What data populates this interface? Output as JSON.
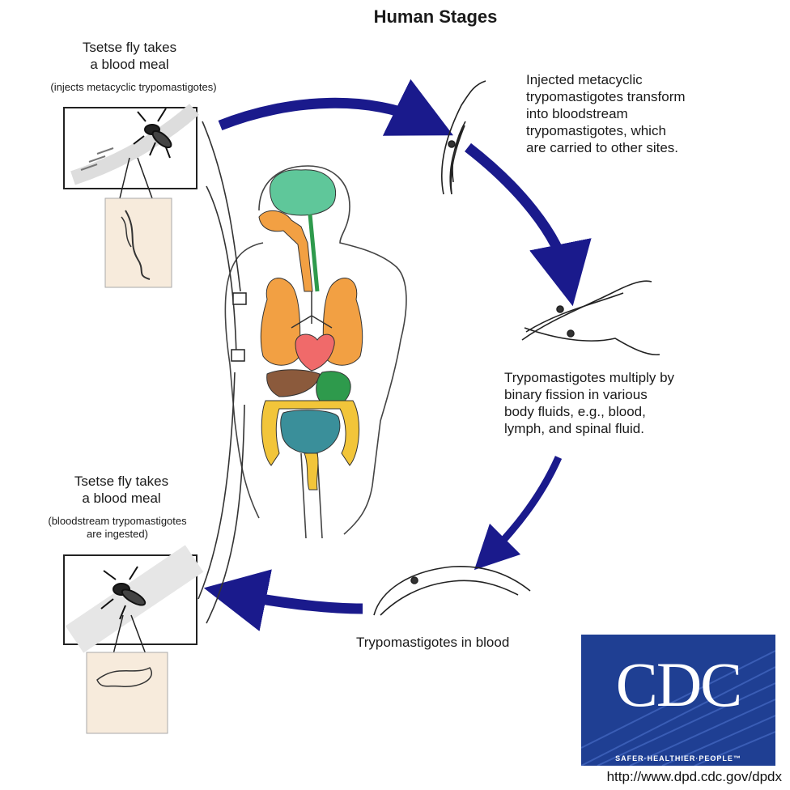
{
  "title": "Human Stages",
  "labels": {
    "fly_top_line1": "Tsetse fly takes",
    "fly_top_line2": "a blood meal",
    "fly_top_note": "(injects metacyclic trypomastigotes)",
    "stage1_lines": [
      "Injected metacyclic",
      "trypomastigotes transform",
      "into bloodstream",
      "trypomastigotes, which",
      "are carried to other sites."
    ],
    "stage2_lines": [
      "Trypomastigotes multiply by",
      "binary fission in various",
      "body fluids, e.g., blood,",
      "lymph, and spinal fluid."
    ],
    "stage3": "Trypomastigotes in blood",
    "fly_bottom_line1": "Tsetse fly takes",
    "fly_bottom_line2": "a blood meal",
    "fly_bottom_note1": "(bloodstream trypomastigotes",
    "fly_bottom_note2": "are ingested)"
  },
  "logo": {
    "letters": "CDC",
    "tagline": "SAFER·HEALTHIER·PEOPLE™"
  },
  "url": "http://www.dpd.cdc.gov/dpdx",
  "colors": {
    "arrow": "#1a1a8c",
    "brain": "#5fc79a",
    "lungs": "#f2a043",
    "heart": "#f06a6a",
    "liver": "#8b5a3c",
    "stomach": "#2e9a4c",
    "intestine_large": "#f2c53a",
    "intestine_small": "#3a8f9a",
    "logo_bg": "#1f3f93",
    "inset_bg": "#f7ebdc"
  }
}
